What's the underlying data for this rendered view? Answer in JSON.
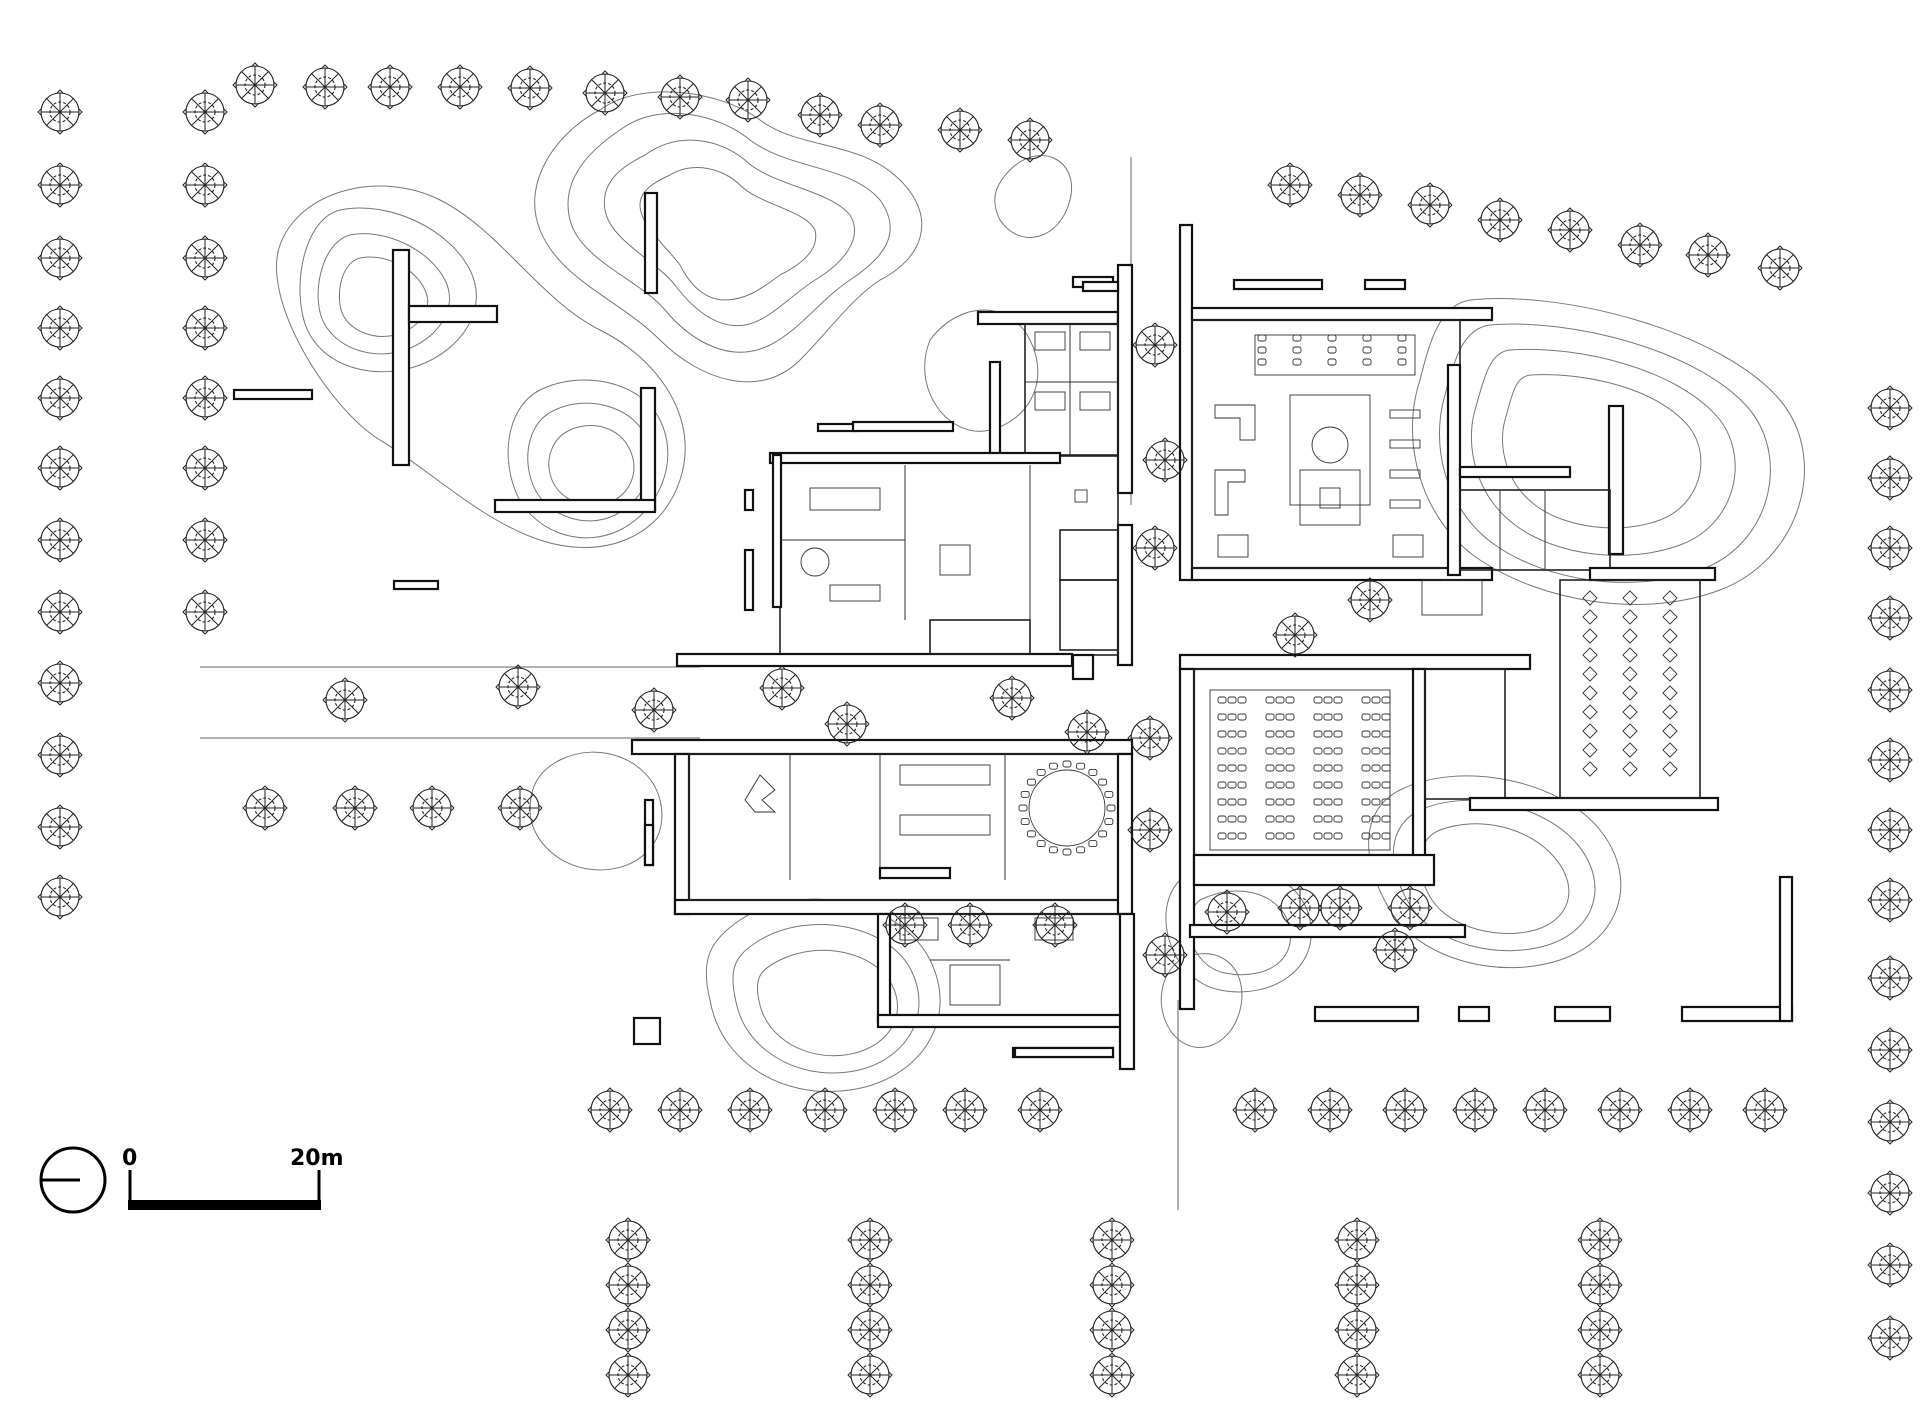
{
  "drawing": {
    "type": "site floor plan",
    "line_color": "#111111",
    "background_color": "#ffffff"
  },
  "scale_bar": {
    "start_label": "0",
    "end_label": "20m"
  },
  "north_arrow": {
    "icon": "north-arrow-icon"
  }
}
